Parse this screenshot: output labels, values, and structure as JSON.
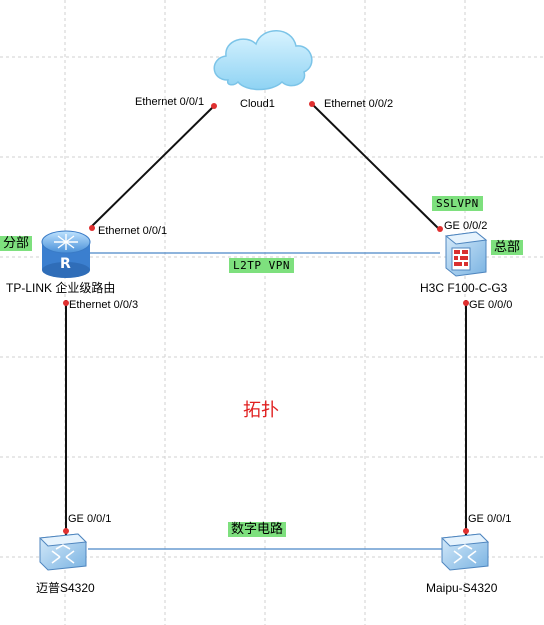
{
  "nodes": {
    "cloud": {
      "label": "Cloud1"
    },
    "router": {
      "label": "TP-LINK 企业级路由",
      "site_tag": "分部"
    },
    "firewall": {
      "label": "H3C F100-C-G3",
      "site_tag": "总部",
      "vpn_tag": "SSLVPN"
    },
    "switch_left": {
      "label": "迈普S4320"
    },
    "switch_right": {
      "label": "Maipu-S4320"
    }
  },
  "ports": {
    "cloud_left": "Ethernet 0/0/1",
    "cloud_right": "Ethernet 0/0/2",
    "router_up": "Ethernet 0/0/1",
    "router_down": "Ethernet 0/0/3",
    "fw_up": "GE 0/0/2",
    "fw_down": "GE 0/0/0",
    "sw_left_up": "GE 0/0/1",
    "sw_right_up": "GE 0/0/1"
  },
  "links": {
    "l2tp": "L2TP  VPN",
    "digital": "数字电路"
  },
  "title": "拓扑",
  "colors": {
    "cable": "#111111",
    "vpn_link": "#4a86c8",
    "tag_bg": "#7ee07e",
    "port_dot": "#e03030",
    "title": "#e02020"
  }
}
